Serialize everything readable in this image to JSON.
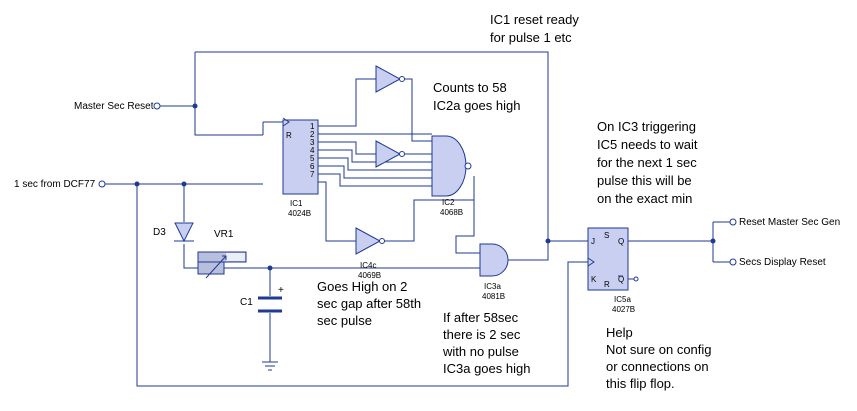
{
  "terminals": {
    "master_sec_reset": "Master Sec Reset",
    "dcf77_input": "1 sec from DCF77",
    "reset_master_sec_gen": "Reset Master Sec Gen",
    "secs_display_reset": "Secs Display Reset"
  },
  "components": {
    "ic1": {
      "ref": "IC1",
      "part": "4024B",
      "pin_r": "R",
      "outputs": [
        "1",
        "2",
        "3",
        "4",
        "5",
        "6",
        "7"
      ]
    },
    "ic2": {
      "ref": "IC2",
      "part": "4068B"
    },
    "ic3a": {
      "ref": "IC3a",
      "part": "4081B"
    },
    "ic4c": {
      "ref": "IC4c",
      "part": "4069B"
    },
    "ic5a": {
      "ref": "IC5a",
      "part": "4027B",
      "pin_j": "J",
      "pin_k": "K",
      "pin_s": "S",
      "pin_r": "R",
      "pin_q": "Q",
      "pin_qbar": "Q"
    },
    "d3": "D3",
    "vr1": "VR1",
    "c1": "C1",
    "c1_polarity": "+"
  },
  "notes": {
    "ic1_reset": [
      "IC1 reset ready",
      "for pulse 1 etc"
    ],
    "counts": [
      "Counts to 58",
      "IC2a goes high"
    ],
    "ic3_trigger": [
      "On IC3 triggering",
      "IC5 needs to wait",
      "for the next 1 sec",
      "pulse this will be",
      "on the exact min"
    ],
    "goes_high": [
      "Goes High on 2",
      "sec gap after 58th",
      "sec pulse"
    ],
    "after_58": [
      "If after 58sec",
      "there is 2 sec",
      "with no pulse",
      "IC3a goes high"
    ],
    "help": [
      "Help",
      "Not sure on config",
      "or connections on",
      "this flip flop."
    ]
  },
  "colors": {
    "wire": "#1f3a93",
    "chip_fill": "#c9cff0",
    "background": "#ffffff"
  }
}
